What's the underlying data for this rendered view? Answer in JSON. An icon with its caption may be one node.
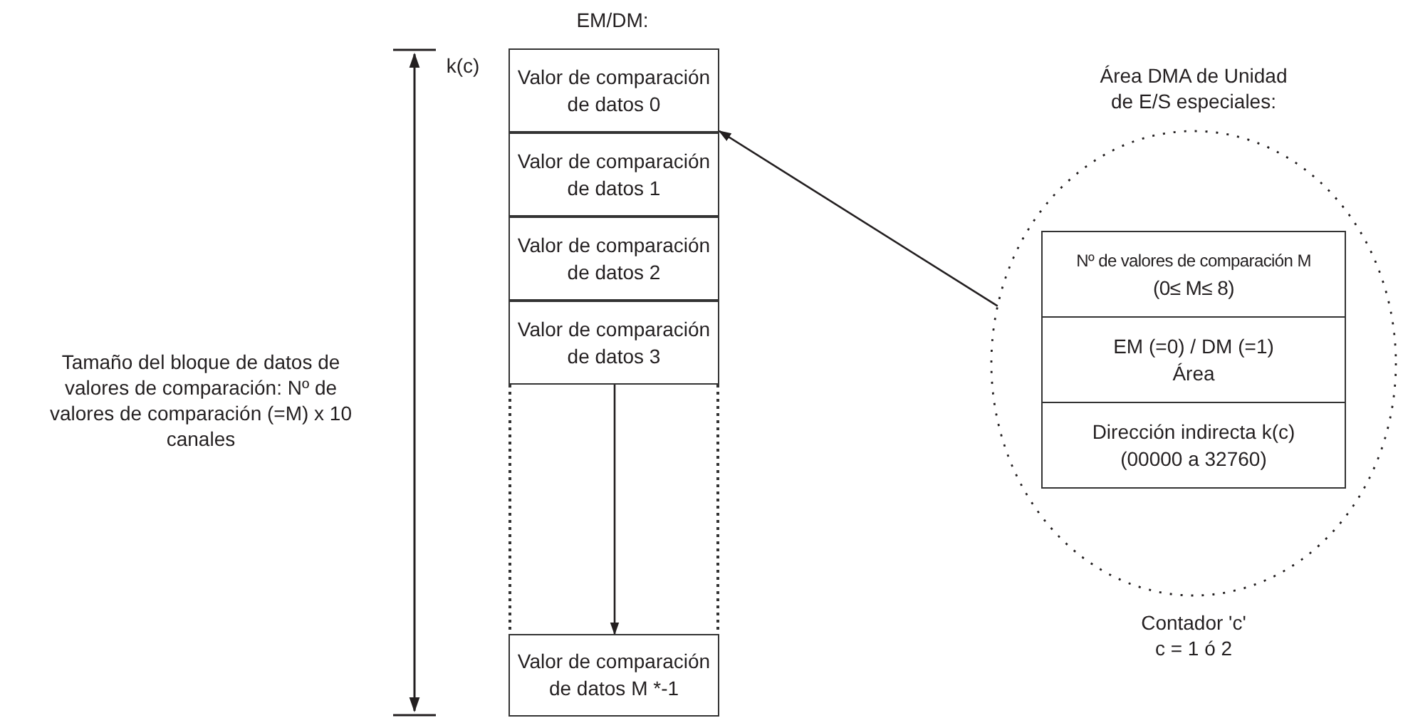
{
  "diagram": {
    "nodes": [
      {
        "text": [
          "Valor de comparación de datos 0"
        ]
      },
      {
        "text": [
          "Valor de comparación de datos 1"
        ]
      },
      {
        "text": [
          "Valor de comparación de datos 2"
        ]
      },
      {
        "text": [
          "Valor de comparación de datos 3"
        ]
      },
      {
        "text": [
          "Valor de comparación de datos M *-1"
        ]
      },
      {
        "text": [
          "Área DMA de Unidad de E/S especiales:"
        ],
        "beside": [
          "Contador 'c' c = 1 ó 2"
        ]
      },
      {
        "text": [
          "Nº de valores de comparación M",
          "(0≤ M≤ 8)"
        ],
        "in": 5
      },
      {
        "text": [
          "EM (=0) / DM (=1) Área"
        ],
        "in": 5
      },
      {
        "text": [
          "Dirección indirecta k(c) (00000 a 32760)"
        ],
        "in": 5
      }
    ],
    "edges": [
      {
        "from": 5,
        "to": 0,
        "arrow": "to"
      },
      {
        "from": 3,
        "to": 4,
        "arrow": "to"
      }
    ],
    "labels": [
      "EM/DM:",
      "k(c)",
      "Tamaño del bloque de datos de valores de comparación: Nº de valores de comparación (=M) x 10 canales"
    ]
  }
}
